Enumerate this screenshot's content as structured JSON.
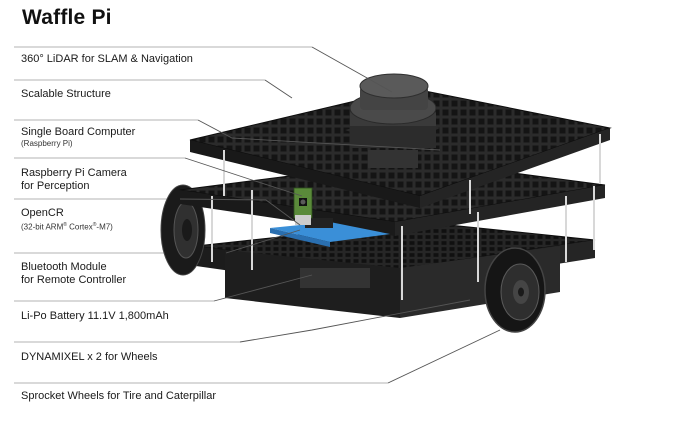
{
  "title": "Waffle Pi",
  "labels": [
    {
      "id": "lidar",
      "text": "360° LiDAR for SLAM & Navigation"
    },
    {
      "id": "structure",
      "text": "Scalable Structure"
    },
    {
      "id": "sbc",
      "text": "Single Board Computer",
      "sub": "(Raspberry Pi)"
    },
    {
      "id": "camera",
      "text": "Raspberry Pi Camera",
      "text2": "for Perception"
    },
    {
      "id": "opencr",
      "text": "OpenCR",
      "sub_pre": "(32-bit ARM",
      "sub_mid": " Cortex",
      "sub_post": "-M7)"
    },
    {
      "id": "bluetooth",
      "text": "Bluetooth Module",
      "text2": "for Remote Controller"
    },
    {
      "id": "battery",
      "text": "Li-Po Battery 11.1V 1,800mAh"
    },
    {
      "id": "dynamixel",
      "text": "DYNAMIXEL x 2  for Wheels"
    },
    {
      "id": "sprocket",
      "text": "Sprocket Wheels for Tire and Caterpillar"
    }
  ],
  "colors": {
    "plate": "#2b2b2b",
    "plate_light": "#4a4a4a",
    "grid": "#111111",
    "lidar": "#3a3a3a",
    "board_blue": "#3a8fd8",
    "board_green": "#5a8a3a",
    "leader": "#555555",
    "divider": "#999999"
  },
  "icons": [
    "turtlebot-robot-illustration"
  ]
}
